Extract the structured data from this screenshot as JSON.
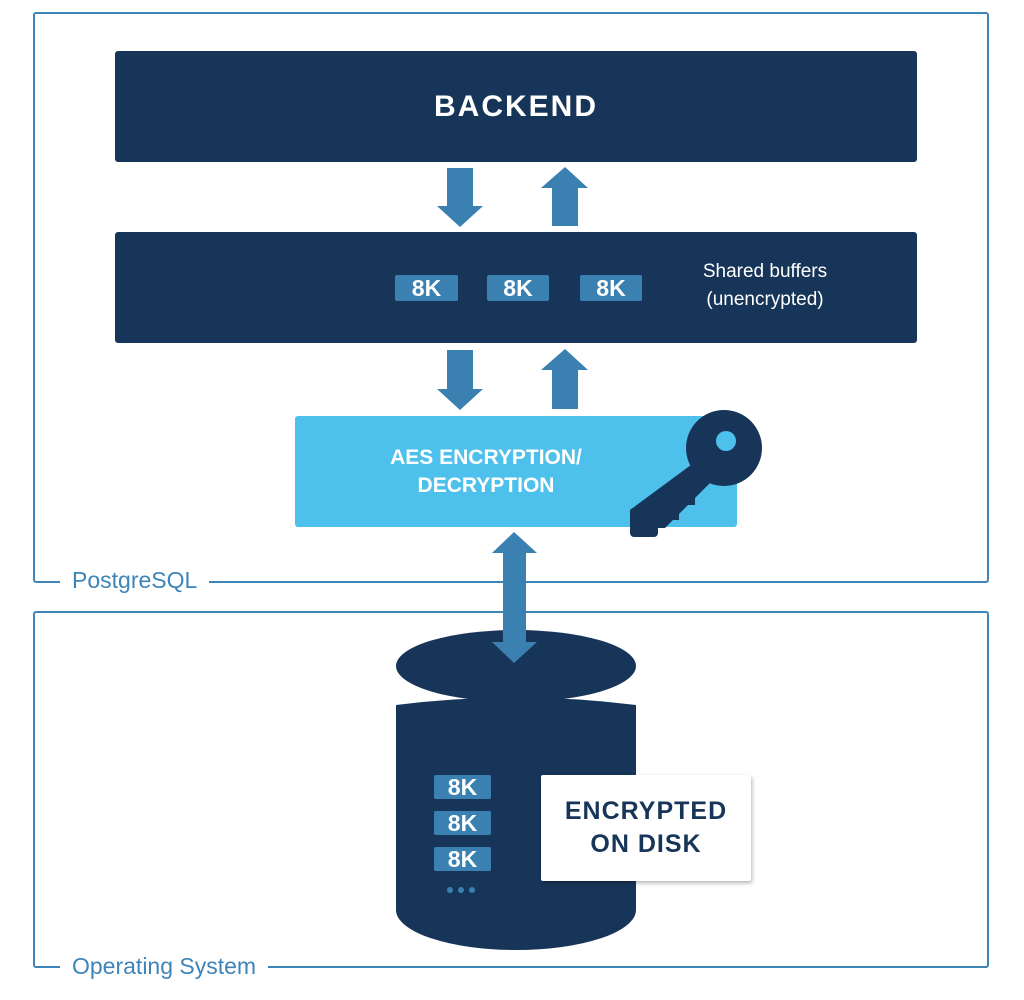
{
  "colors": {
    "navy": "#173558",
    "arrow_blue": "#3a80b0",
    "light_blue": "#4dc1ec",
    "frame": "#3d84b8"
  },
  "postgresql": {
    "label": "PostgreSQL"
  },
  "os": {
    "label": "Operating System"
  },
  "backend": {
    "label": "BACKEND"
  },
  "shared_buffers": {
    "chips": [
      "8K",
      "8K",
      "8K"
    ],
    "label_line1": "Shared buffers",
    "label_line2": "(unencrypted)"
  },
  "aes": {
    "line1": "AES ENCRYPTION/",
    "line2": "DECRYPTION",
    "icon": "key-icon"
  },
  "disk": {
    "chips": [
      "8K",
      "8K",
      "8K"
    ],
    "more": "•••",
    "label_line1": "ENCRYPTED",
    "label_line2": "ON DISK",
    "icon": "database-cylinder"
  }
}
